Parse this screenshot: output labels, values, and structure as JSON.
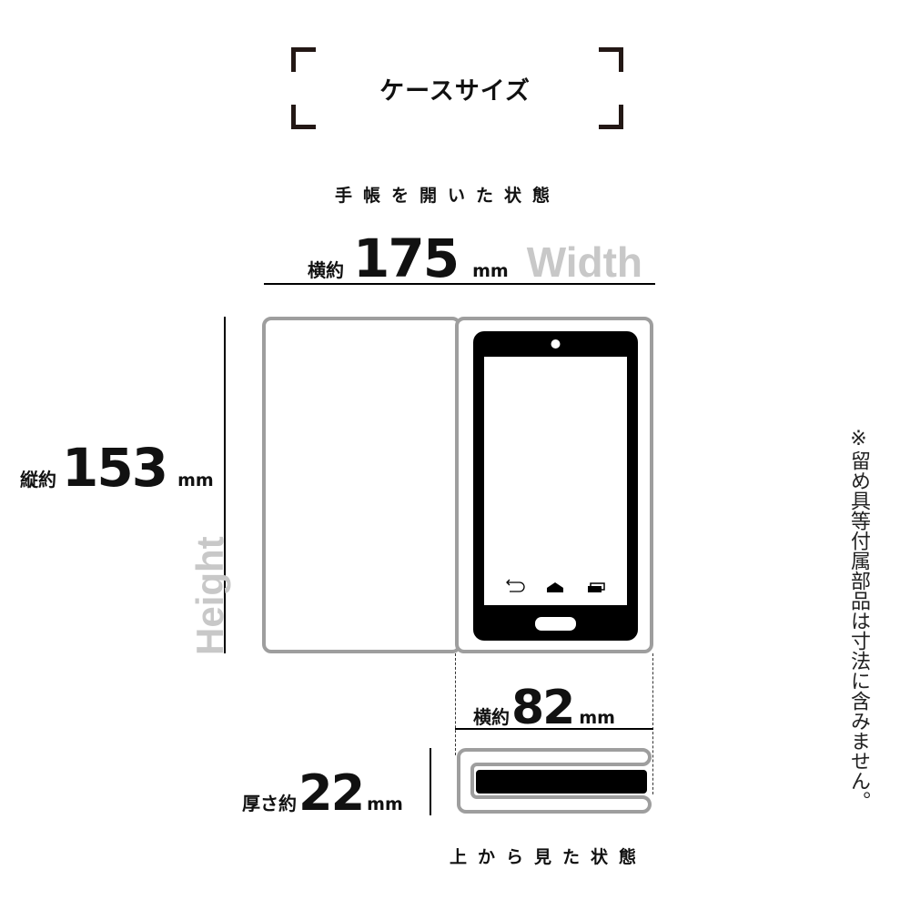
{
  "header": {
    "title": "ケースサイズ"
  },
  "open_view": {
    "caption": "手帳を開いた状態",
    "width": {
      "label": "横約",
      "value": "175",
      "unit": "mm",
      "ghost_label": "Width"
    },
    "height": {
      "label": "縦約",
      "value": "153",
      "unit": "mm",
      "ghost_label": "Height"
    },
    "inner_width": {
      "label": "横約",
      "value": "82",
      "unit": "mm"
    }
  },
  "top_view": {
    "caption": "上から見た状態",
    "thickness": {
      "label": "厚さ約",
      "value": "22",
      "unit": "mm"
    }
  },
  "note": "※留め具等付属部品は寸法に含みません。",
  "colors": {
    "outline_gray": "#9e9e9e",
    "ghost_text": "#c8c8c8",
    "phone_black": "#000000",
    "bracket": "#231815"
  }
}
